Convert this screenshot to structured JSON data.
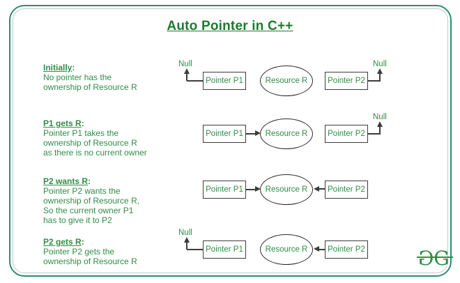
{
  "title": "Auto Pointer in C++",
  "labels": {
    "colon": ":",
    "null": "Null",
    "p1": "Pointer P1",
    "p2": "Pointer P2",
    "resource": "Resource R"
  },
  "rows": [
    {
      "heading": "Initially",
      "lines": [
        "No pointer has the",
        "ownership of Resource R"
      ]
    },
    {
      "heading": "P1 gets R",
      "lines": [
        "Pointer P1 takes the",
        "ownership of Resource R",
        "as there is no current owner"
      ]
    },
    {
      "heading": "P2 wants R",
      "lines": [
        "Pointer P2 wants the",
        "ownership of Resource R,",
        "So the current owner P1",
        "has to give it to P2"
      ]
    },
    {
      "heading": "P2 gets R",
      "lines": [
        "Pointer P2 gets the",
        "ownership of Resource R"
      ]
    }
  ],
  "logo": {
    "left": "G",
    "right": "G"
  },
  "colors": {
    "text_green": "#2f8d46",
    "title_green": "#1d7a2e",
    "frame_green": "#2f8b72",
    "shape_ink": "#3c3c3c"
  }
}
